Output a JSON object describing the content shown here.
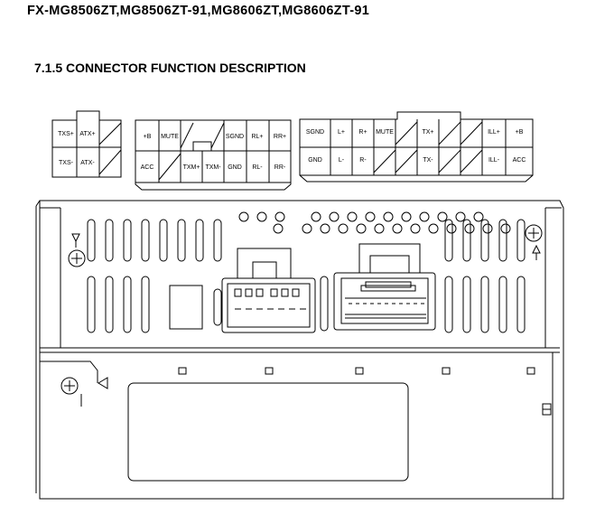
{
  "header": {
    "model_title": "FX-MG8506ZT,MG8506ZT-91,MG8606ZT,MG8606ZT-91",
    "section_title": "7.1.5 CONNECTOR FUNCTION DESCRIPTION"
  },
  "connector_a": {
    "top": [
      "TXS+",
      "ATX+",
      ""
    ],
    "bottom": [
      "TXS-",
      "ATX-",
      ""
    ]
  },
  "connector_b": {
    "top": [
      "+B",
      "MUTE",
      "",
      "",
      "SGND",
      "RL+",
      "RR+"
    ],
    "bottom": [
      "ACC",
      "",
      "TXM+",
      "TXM-",
      "GND",
      "RL-",
      "RR-"
    ]
  },
  "connector_c": {
    "top": [
      "SGND",
      "L+",
      "R+",
      "MUTE",
      "",
      "TX+",
      "",
      "",
      "ILL+",
      "+B"
    ],
    "bottom": [
      "GND",
      "L-",
      "R-",
      "",
      "",
      "TX-",
      "",
      "",
      "ILL-",
      "ACC"
    ]
  }
}
